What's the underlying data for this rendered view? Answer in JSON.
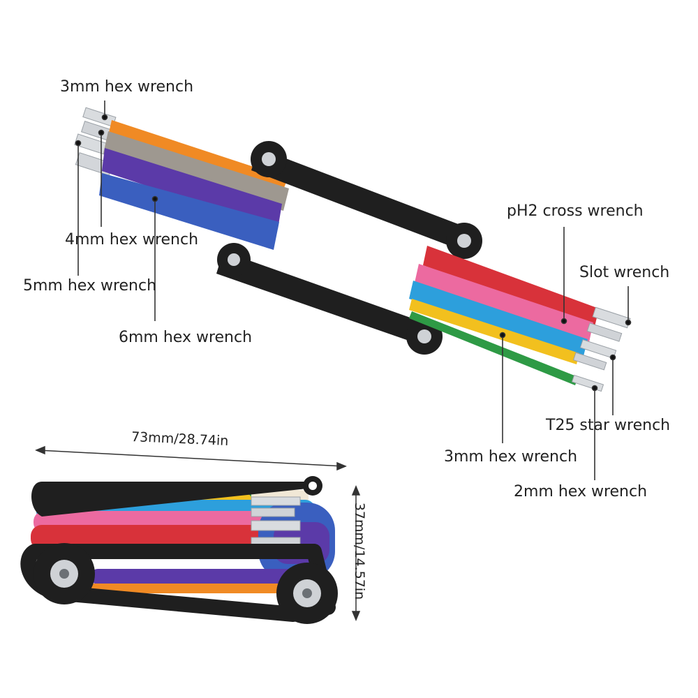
{
  "labels": {
    "hex3_top": "3mm hex wrench",
    "hex4": "4mm hex wrench",
    "hex5": "5mm hex wrench",
    "hex6": "6mm hex wrench",
    "ph2": "pH2 cross wrench",
    "slot": "Slot wrench",
    "t25": "T25 star wrench",
    "hex3_bottom": "3mm hex wrench",
    "hex2": "2mm hex wrench"
  },
  "dimensions": {
    "length": "73mm/28.74in",
    "height": "37mm/14.57in"
  },
  "colors": {
    "orange": "#f08a24",
    "gray": "#9e9890",
    "purple": "#5b3aa8",
    "blue": "#3a5fbf",
    "red": "#d8323a",
    "pink": "#ec6aa0",
    "cyan": "#2d9fdc",
    "yellow": "#f2c01e",
    "green": "#2e9a45",
    "cream": "#f1e8d6",
    "frame": "#1f1f1f",
    "steel": "#cfd2d6"
  }
}
